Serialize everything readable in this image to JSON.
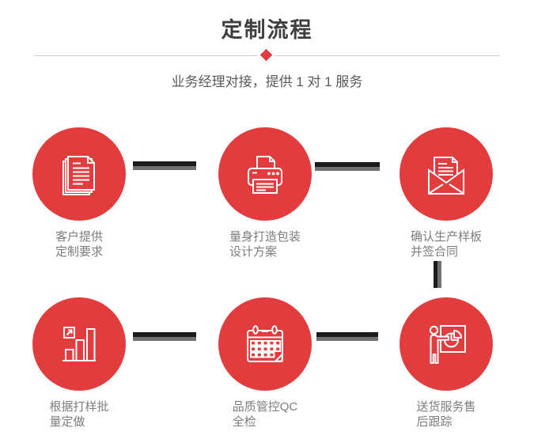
{
  "header": {
    "title": "定制流程",
    "subtitle": "业务经理对接，提供 1 对 1 服务"
  },
  "steps": [
    {
      "icon": "documents-icon",
      "line1": "客户提供",
      "line2": "定制要求"
    },
    {
      "icon": "printer-icon",
      "line1": "量身打造包装",
      "line2": "设计方案"
    },
    {
      "icon": "envelope-icon",
      "line1": "确认生产样板",
      "line2": "并签合同"
    },
    {
      "icon": "bar-chart-icon",
      "line1": "根据打样批",
      "line2": "量定做"
    },
    {
      "icon": "calendar-icon",
      "line1": "品质管控QC",
      "line2": "全检"
    },
    {
      "icon": "presentation-icon",
      "line1": "送货服务售",
      "line2": "后跟踪"
    }
  ],
  "colors": {
    "accent_red": "#e23c3e",
    "connector_dark": "#1b1b1b",
    "connector_gray": "#707070",
    "title": "#3f3f3f",
    "subtitle": "#595959",
    "label": "#7d7d7d",
    "divider": "#cccccc",
    "background": "#ffffff"
  }
}
